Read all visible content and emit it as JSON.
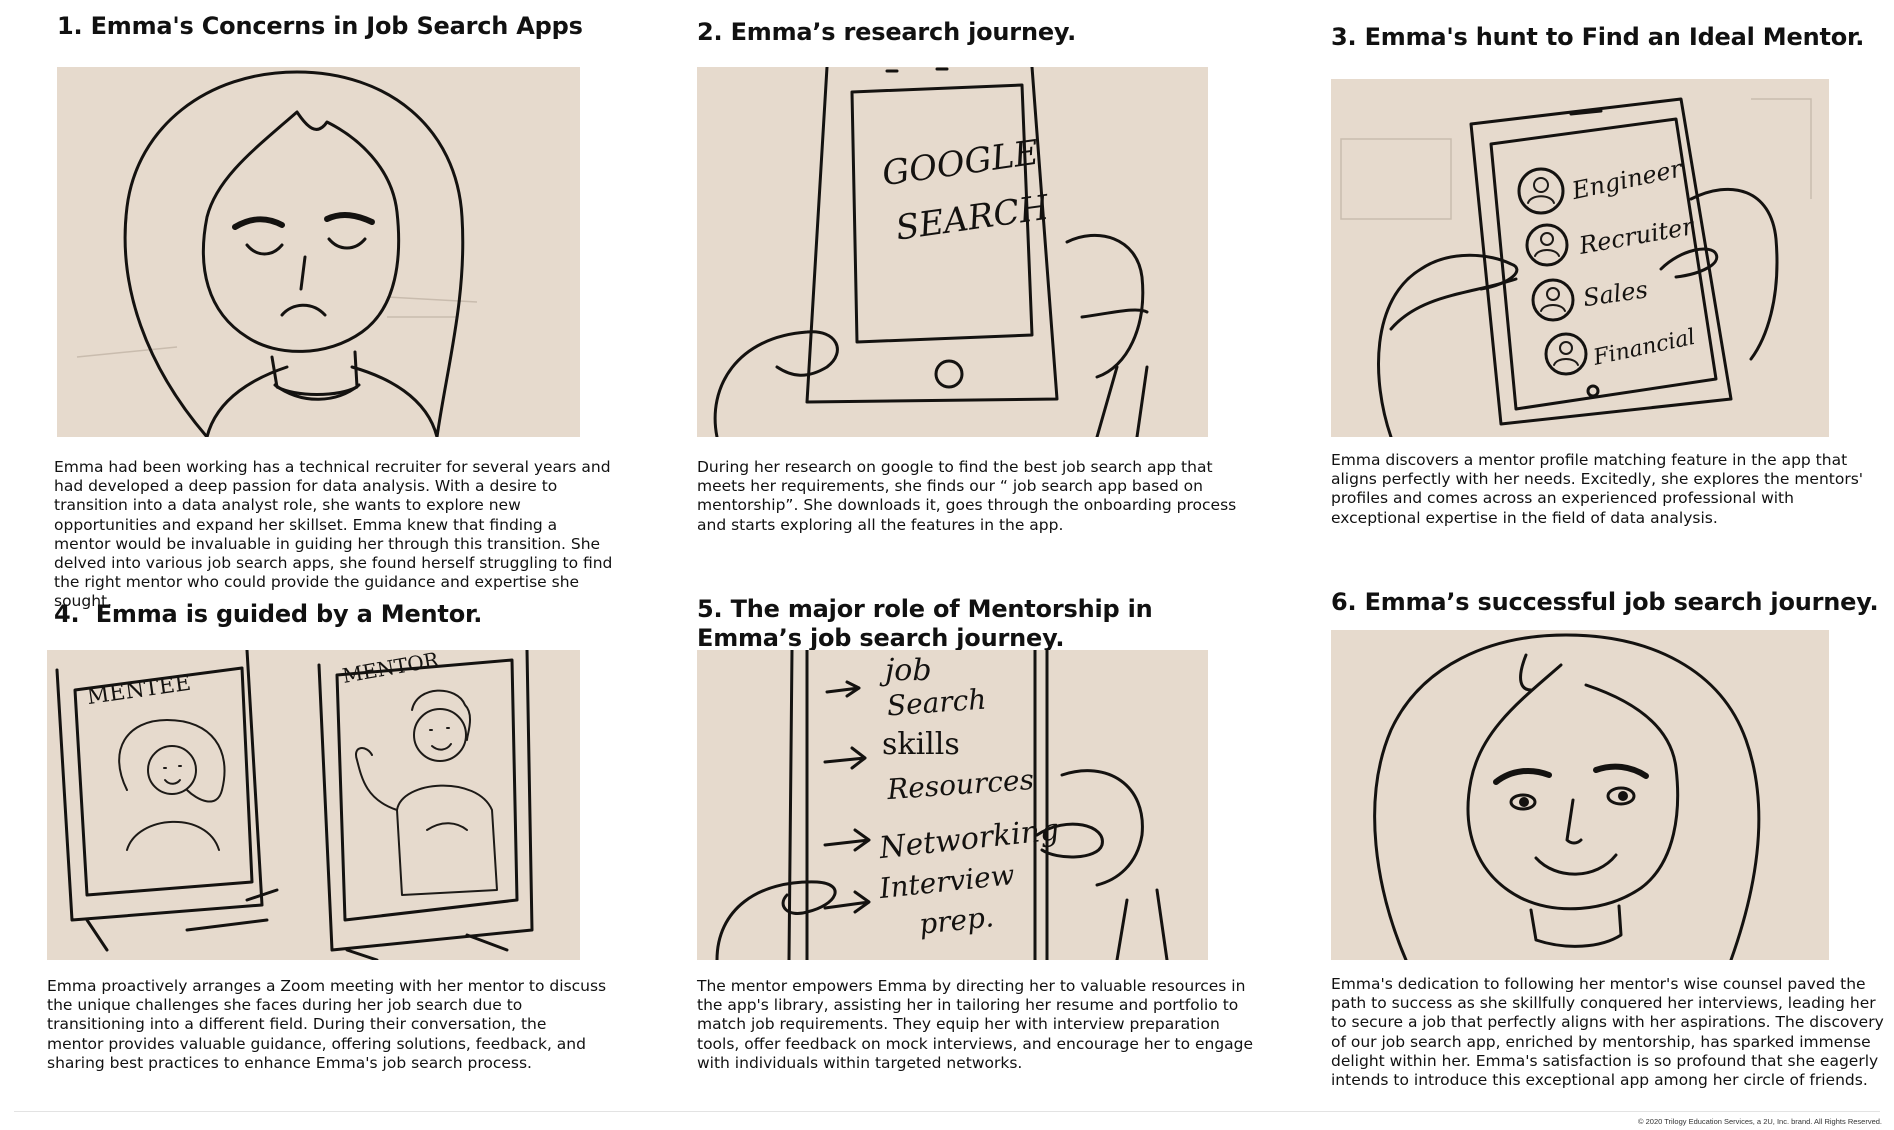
{
  "panels": [
    {
      "title": "1. Emma's Concerns in Job Search Apps",
      "caption": "Emma had been working has a technical recruiter for several years and had developed a deep passion for data analysis. With a desire to transition into a data analyst role,  she wants to explore new opportunities and expand her skillset. Emma knew that finding a mentor would be invaluable in guiding her through this transition. She delved into various job search apps, she found herself struggling to find the right mentor who could provide the guidance and expertise she sought."
    },
    {
      "title": "2. Emma’s research journey.",
      "caption": "During her research on google to find the best job search app that meets her requirements, she finds our “ job search app based on mentorship”. She downloads it, goes through the onboarding process and starts exploring all the features in the app.",
      "sketch_text": [
        "GOOGLE",
        "SEARCH"
      ]
    },
    {
      "title": "3. Emma's hunt to Find an Ideal Mentor.",
      "caption": "Emma discovers a mentor profile matching feature in the app that aligns perfectly with her needs. Excitedly, she explores the mentors' profiles and comes across an experienced professional with exceptional expertise in the field of data analysis.",
      "sketch_text": [
        "Engineer",
        "Recruiter",
        "Sales",
        "Financial"
      ]
    },
    {
      "title": "4.  Emma is guided by a Mentor.",
      "caption": "Emma proactively arranges a Zoom meeting with her mentor to discuss the unique challenges she faces during her job search due to transitioning into a different field. During their conversation, the mentor provides valuable guidance, offering solutions, feedback, and sharing best practices to enhance Emma's job search process.",
      "sketch_text": [
        "MENTEE",
        "MENTOR"
      ]
    },
    {
      "title": "5. The major role of Mentorship in Emma’s job search journey.",
      "caption": "The mentor empowers Emma by directing her to valuable resources in the app's library, assisting her in tailoring her resume and portfolio to match job requirements. They equip her with interview preparation tools, offer feedback on mock interviews, and encourage her to engage with individuals within targeted networks.",
      "sketch_text": [
        "job",
        "Search",
        "skills",
        "Resources",
        "Networking",
        "Interview",
        "prep."
      ]
    },
    {
      "title": "6. Emma’s successful job search journey.",
      "caption": "Emma's dedication to following her mentor's wise counsel paved the path to success as she skillfully conquered her interviews, leading her to secure a job that perfectly aligns with her aspirations. The discovery of our job search app, enriched by mentorship, has sparked immense delight within her. Emma's satisfaction is so profound that she eagerly intends to introduce this exceptional app among her circle of friends."
    }
  ],
  "footer": {
    "copyright": "© 2020 Trilogy Education Services, a 2U, Inc. brand. All Rights Reserved."
  }
}
